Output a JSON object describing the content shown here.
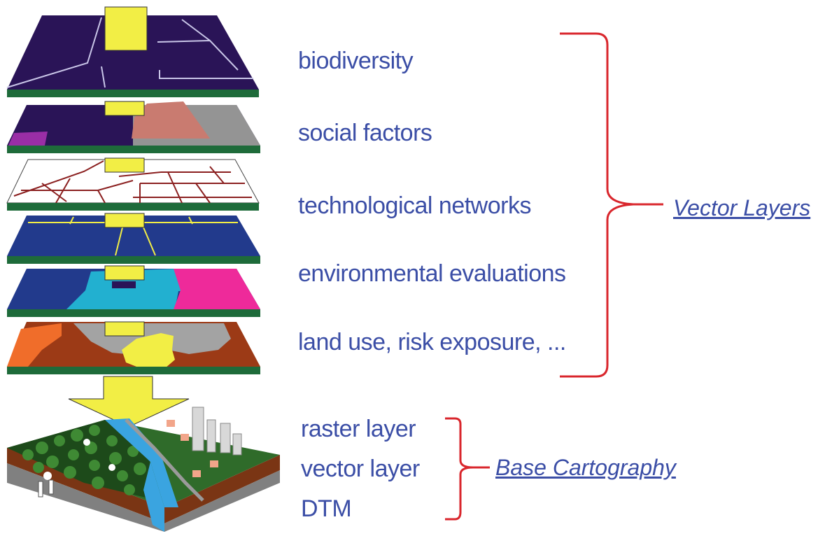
{
  "vector_layers": {
    "items": [
      {
        "label": "biodiversity"
      },
      {
        "label": "social factors"
      },
      {
        "label": "technological networks"
      },
      {
        "label": "environmental evaluations"
      },
      {
        "label": "land use, risk exposure, ..."
      }
    ],
    "group_label": "Vector Layers"
  },
  "base_cartography": {
    "items": [
      {
        "label": "raster layer"
      },
      {
        "label": "vector layer"
      },
      {
        "label": "DTM"
      }
    ],
    "group_label": "Base Cartography"
  },
  "colors": {
    "text": "#3b4ea6",
    "bracket": "#d9262c",
    "layer_base": "#1e6b3a",
    "connector": "#f2ee45",
    "arrow": "#f2ee45"
  }
}
